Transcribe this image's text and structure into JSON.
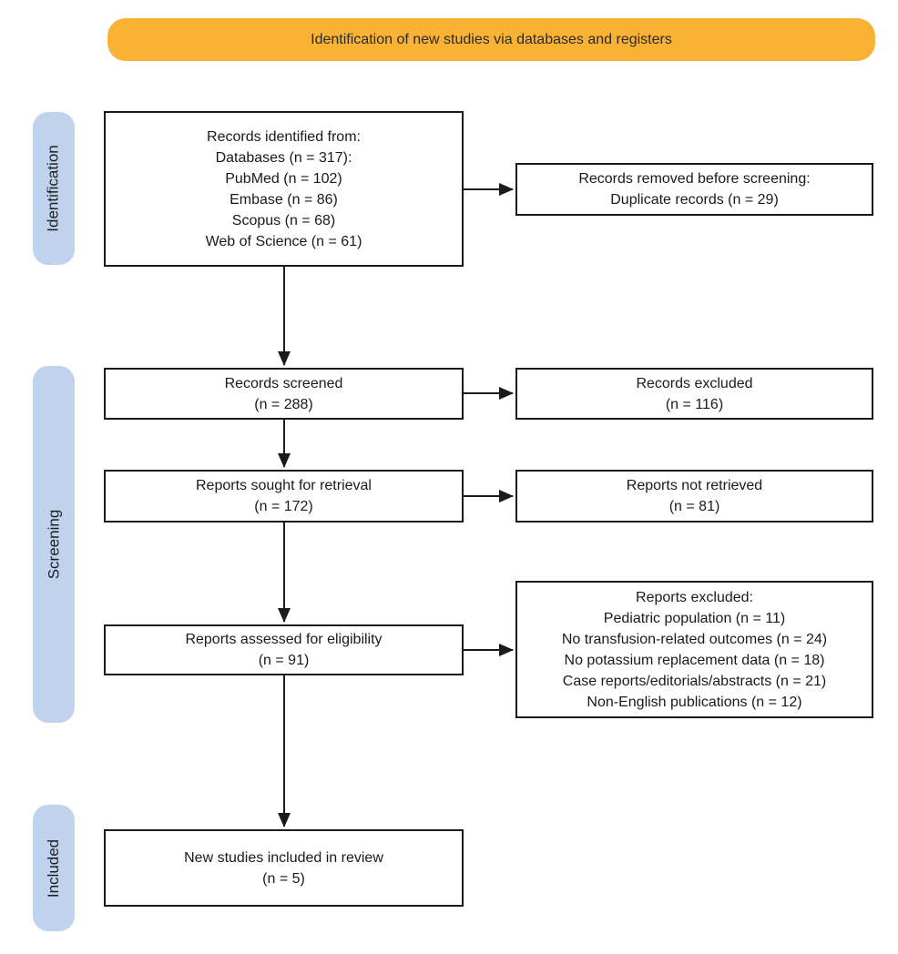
{
  "colors": {
    "banner_bg": "#F9B233",
    "stage_bg": "#BFD3EE",
    "box_bg": "#FFFFFF",
    "box_border": "#1A1A1A",
    "arrow": "#1A1A1A",
    "text": "#1A1A1A"
  },
  "banner": {
    "label": "Identification of new studies via databases and registers"
  },
  "stages": {
    "identification": "Identification",
    "screening": "Screening",
    "included": "Included"
  },
  "boxes": {
    "records_identified": {
      "lines": [
        "Records identified from:",
        "Databases (n = 317):",
        "PubMed (n = 102)",
        "Embase (n = 86)",
        "Scopus (n = 68)",
        "Web of Science (n = 61)"
      ]
    },
    "records_removed": {
      "lines": [
        "Records removed before screening:",
        "Duplicate records (n = 29)"
      ]
    },
    "records_screened": {
      "lines": [
        "Records screened",
        "(n = 288)"
      ]
    },
    "records_excluded": {
      "lines": [
        "Records excluded",
        "(n = 116)"
      ]
    },
    "reports_sought": {
      "lines": [
        "Reports sought for retrieval",
        "(n = 172)"
      ]
    },
    "reports_not_retrieved": {
      "lines": [
        "Reports not retrieved",
        "(n = 81)"
      ]
    },
    "reports_assessed": {
      "lines": [
        "Reports assessed for eligibility",
        "(n = 91)"
      ]
    },
    "reports_excluded": {
      "lines": [
        "Reports excluded:",
        "Pediatric population (n = 11)",
        "No transfusion-related outcomes (n = 24)",
        "No potassium replacement data (n = 18)",
        "Case reports/editorials/abstracts (n = 21)",
        "Non-English publications (n = 12)"
      ]
    },
    "new_studies_included": {
      "lines": [
        "New studies included in review",
        "(n = 5)"
      ]
    }
  }
}
